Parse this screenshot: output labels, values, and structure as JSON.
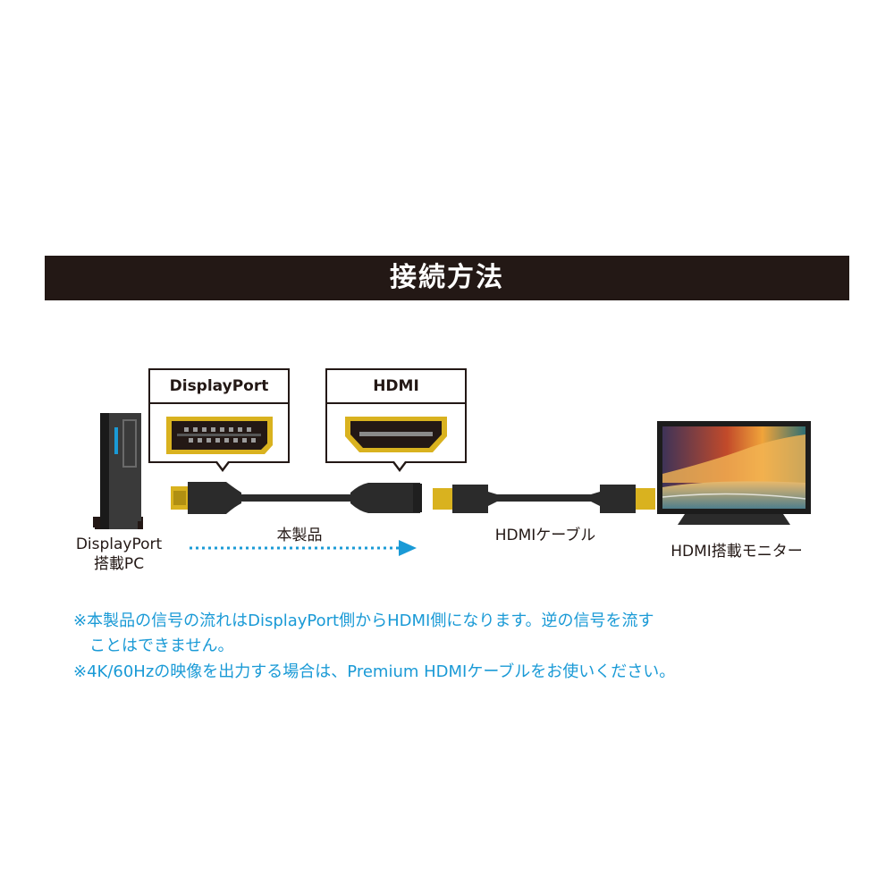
{
  "header": {
    "title": "接続方法"
  },
  "connectors": {
    "displayport_label": "DisplayPort",
    "hdmi_label": "HDMI"
  },
  "devices": {
    "pc_label_line1": "DisplayPort",
    "pc_label_line2": "搭載PC",
    "product_label": "本製品",
    "cable_label": "HDMIケーブル",
    "monitor_label": "HDMI搭載モニター"
  },
  "notes": {
    "line1": "※本製品の信号の流れはDisplayPort側からHDMI側になります。逆の信号を流す",
    "line2": "ことはできません。",
    "line3": "※4K/60Hzの映像を出力する場合は、Premium HDMIケーブルをお使いください。"
  },
  "colors": {
    "banner": "#231815",
    "note_text": "#1a9ad6",
    "gold": "#d9b21f",
    "cable": "#2b2b2b"
  }
}
